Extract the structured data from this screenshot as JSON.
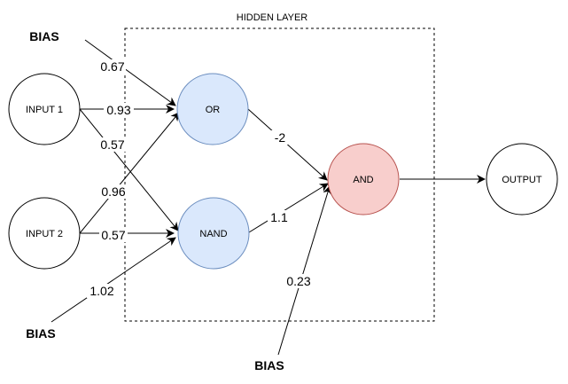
{
  "hidden_layer": {
    "label": "HIDDEN LAYER"
  },
  "colors": {
    "hidden_fill": "#dae8fc",
    "hidden_stroke": "#6c8ebf",
    "and_fill": "#f8cecc",
    "and_stroke": "#b85450",
    "plain_fill": "#ffffff",
    "plain_stroke": "#000000"
  },
  "nodes": {
    "input1": {
      "label": "INPUT 1"
    },
    "input2": {
      "label": "INPUT 2"
    },
    "or": {
      "label": "OR"
    },
    "nand": {
      "label": "NAND"
    },
    "and": {
      "label": "AND"
    },
    "output": {
      "label": "OUTPUT"
    }
  },
  "bias": {
    "top": "BIAS",
    "bottom_left": "BIAS",
    "bottom": "BIAS"
  },
  "weights": {
    "bias_or": "0.67",
    "input1_or": "0.93",
    "input1_nand": "0.57",
    "input2_or": "0.96",
    "input2_nand": "0.57",
    "bias_nand": "1.02",
    "or_and": "-2",
    "nand_and": "1.1",
    "bias_and": "0.23"
  }
}
